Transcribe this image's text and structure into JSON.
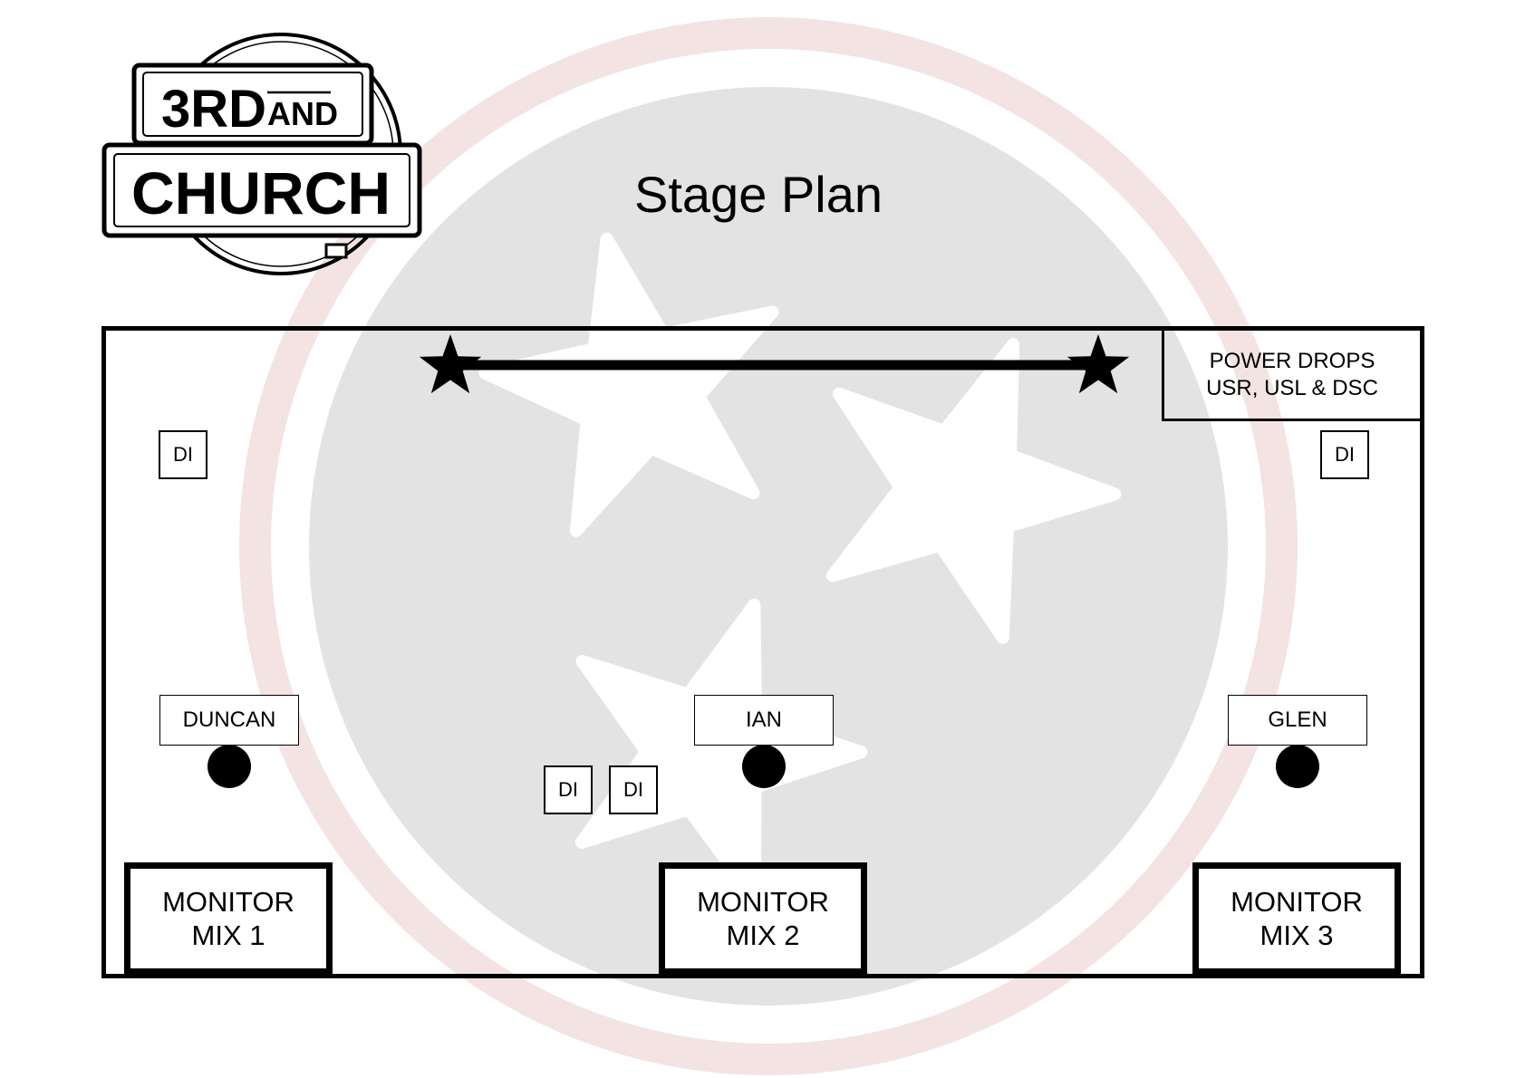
{
  "logo": {
    "line1": "3RD",
    "line1_small": "AND",
    "line2": "CHURCH"
  },
  "title": "Stage Plan",
  "stage": {
    "power_drops": {
      "line1": "POWER DROPS",
      "line2": "USR, USL & DSC"
    },
    "di_label": "DI",
    "performers": [
      {
        "name": "DUNCAN"
      },
      {
        "name": "IAN"
      },
      {
        "name": "GLEN"
      }
    ],
    "monitors": [
      {
        "line1": "MONITOR",
        "line2": "MIX 1"
      },
      {
        "line1": "MONITOR",
        "line2": "MIX 2"
      },
      {
        "line1": "MONITOR",
        "line2": "MIX 3"
      }
    ]
  },
  "colors": {
    "watermark_ring": "#f3e3e3",
    "watermark_disc": "#e3e3e3",
    "ink": "#000000"
  },
  "icons": [
    "star-icon",
    "mic-stand-icon",
    "tennessee-tristar-watermark"
  ]
}
